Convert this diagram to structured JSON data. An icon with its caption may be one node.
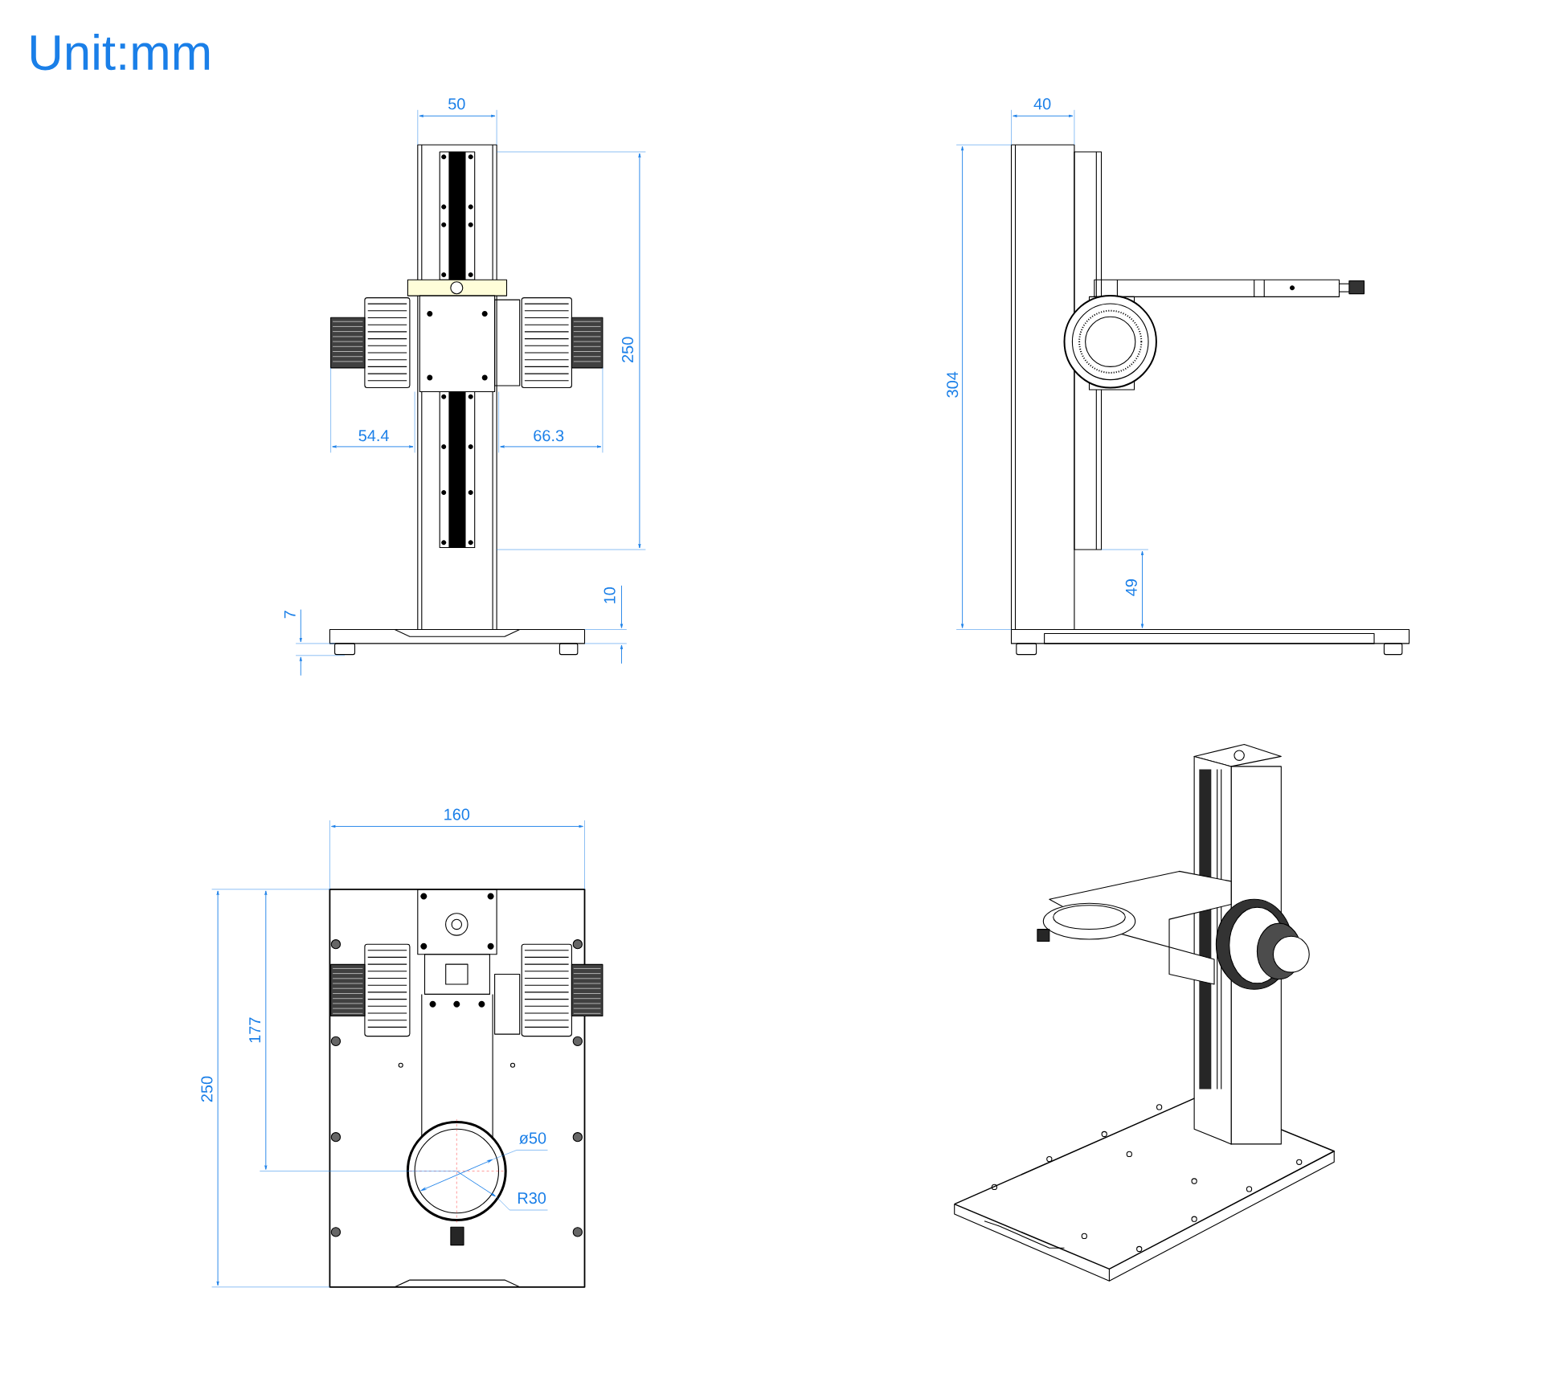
{
  "diagram": {
    "labels": [
      "Unit:mm",
      "50",
      "250",
      "54.4",
      "66.3",
      "7",
      "10",
      "40",
      "304",
      "49",
      "160",
      "177",
      "250",
      "ø50",
      "R30"
    ]
  }
}
